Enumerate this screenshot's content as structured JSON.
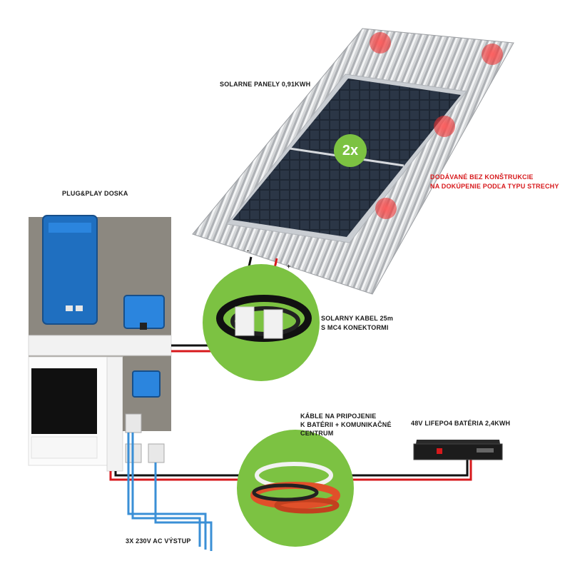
{
  "labels": {
    "solar_panels": "SOLARNE PANELY 0,91KWH",
    "panel_count": "2x",
    "mounting_note_line1": "DODÁVANÉ BEZ KONŠTRUKCIE",
    "mounting_note_line2": "NA DOKÚPENIE PODĽA TYPU STRECHY",
    "board": "PLUG&PLAY DOSKA",
    "solar_cable_line1": "SOLARNY KABEL 25m",
    "solar_cable_line2": "S MC4 KONEKTORMI",
    "battery_cables_line1": "KÁBLE NA PRIPOJENIE",
    "battery_cables_line2": "K BATÉRII + KOMUNIKAČNÉ",
    "battery_cables_line3": "CENTRUM",
    "battery": "48V LIFEPO4 BATÉRIA 2,4KWH",
    "ac_output": "3X 230V AC VÝSTUP"
  },
  "polarity": {
    "minus": "-",
    "plus": "+"
  },
  "colors": {
    "accent_green": "#7cc242",
    "warning_red": "#d7191c",
    "victron_blue": "#1f6fc0",
    "board_gray": "#8c8880",
    "ac_wire_blue": "#3a8fd6",
    "battery_black": "#1c1c1c"
  }
}
